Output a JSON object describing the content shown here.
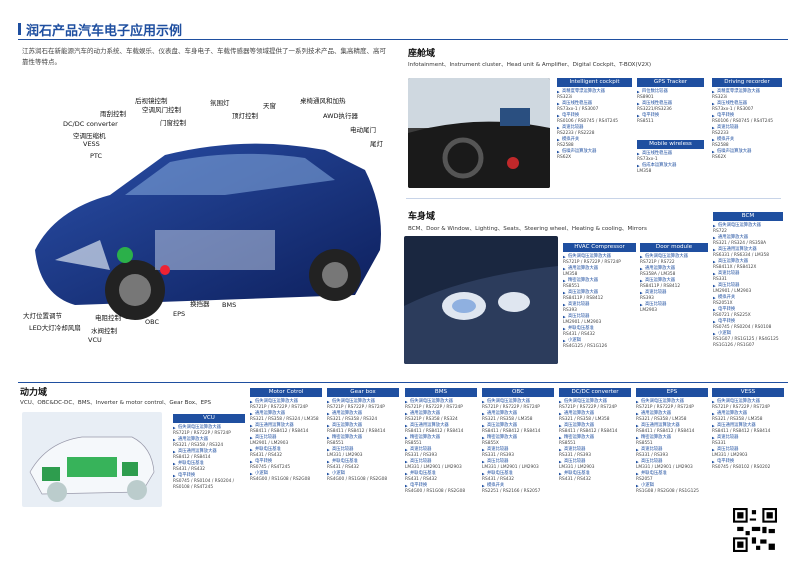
{
  "page": {
    "title": "润石产品汽车电子应用示例",
    "intro": "江苏润石在新能源汽车的动力系统、车载娱乐、仪表盘、车身电子、车载传感器等领域提供了一系列技术产品、集高精度、高可靠性等特点。"
  },
  "car_labels": [
    "后视镜控制",
    "雨刮控制",
    "空调风门控制",
    "门窗控制",
    "氛围灯",
    "顶灯控制",
    "天窗",
    "桌椅通风和加热",
    "AWD执行器",
    "电动尾门",
    "尾灯",
    "DC/DC converter",
    "空调压缩机",
    "VESS",
    "PTC",
    "大灯位置调节",
    "LED大灯冷却风扇",
    "水阀控制",
    "电阻控制",
    "VCU",
    "OBC",
    "EPS",
    "换挡器",
    "BMS"
  ],
  "cockpit": {
    "title": "座舱域",
    "subtitle": "Infotainment、Instrument cluster、Head unit & Amplifier、Digital Cockpit、T-BOX(V2X)",
    "cards": [
      {
        "head": "Intelligent cockpit",
        "items": [
          {
            "t": "高精度零漂运算放大器",
            "p": "RS323i"
          },
          {
            "t": "高压线性稳压器",
            "p": "RS73xx-1 / RS3007"
          },
          {
            "t": "电平转换",
            "p": "RS0106 / RS0745 / RS4T245"
          },
          {
            "t": "高速比较器",
            "p": "RS2233 / RS2228"
          },
          {
            "t": "模拟开关",
            "p": "RS2588"
          },
          {
            "t": "低噪声运算放大器",
            "p": "RS62X"
          }
        ]
      },
      {
        "head": "GPS Tracker",
        "items": [
          {
            "t": "四位数比较器",
            "p": "RS8901"
          },
          {
            "t": "高压线性稳压器",
            "p": "RS3221/RS3236"
          },
          {
            "t": "电平转换",
            "p": "RS8511"
          }
        ]
      },
      {
        "head": "Mobile wireless charging",
        "items": [
          {
            "t": "高压线性稳压器",
            "p": "RS73xx-1"
          },
          {
            "t": "低成本运算放大器",
            "p": "LM358"
          }
        ]
      },
      {
        "head": "Driving recorder",
        "items": [
          {
            "t": "高精度零漂运算放大器",
            "p": "RS323i"
          },
          {
            "t": "高压线性稳压器",
            "p": "RS73xx-1 / RS3007"
          },
          {
            "t": "电平转换",
            "p": "RS0106 / RS0745 / RS4T245"
          },
          {
            "t": "高速比较器",
            "p": "RS2233"
          },
          {
            "t": "模拟开关",
            "p": "RS2588"
          },
          {
            "t": "低噪声运算放大器",
            "p": "RS62X"
          }
        ]
      }
    ]
  },
  "body": {
    "title": "车身域",
    "subtitle": "BCM、Door & Window、Lighting、Seats、Steering wheel、Heating & cooling、Mirrors",
    "cards": [
      {
        "head": "HVAC Compressor",
        "items": [
          {
            "t": "低失调电压运算放大器",
            "p": "RS721P / RS722P / RS724P"
          },
          {
            "t": "通用运算放大器",
            "p": "LM358"
          },
          {
            "t": "精密运算放大器",
            "p": "RS8551"
          },
          {
            "t": "高压运算放大器",
            "p": "RS8411P / RS8412"
          },
          {
            "t": "高速比较器",
            "p": "RS393"
          },
          {
            "t": "高压比较器",
            "p": "LM2901 / LM2903"
          },
          {
            "t": "并联电压基准",
            "p": "RS431 / RS432"
          },
          {
            "t": "小逻辑",
            "p": "RS4G125 / RS1G126"
          }
        ]
      },
      {
        "head": "Door module",
        "items": [
          {
            "t": "低失调电压运算放大器",
            "p": "RS721P / RS722"
          },
          {
            "t": "通用运算放大器",
            "p": "RS358A / LM358"
          },
          {
            "t": "高压运算放大器",
            "p": "RS8411P / RS8412"
          },
          {
            "t": "高速比较器",
            "p": "RS393"
          },
          {
            "t": "高压比较器",
            "p": "LM2903"
          }
        ]
      },
      {
        "head": "BCM",
        "items": [
          {
            "t": "低失调电压运算放大器",
            "p": "RS722"
          },
          {
            "t": "通用运算放大器",
            "p": "RS321 / RS324 / RS358A"
          },
          {
            "t": "高压通用运算放大器",
            "p": "RS6331 / RS6334 / LM358"
          },
          {
            "t": "高压运算放大器",
            "p": "RS8411X / RS8412X"
          },
          {
            "t": "高速比较器",
            "p": "RS331"
          },
          {
            "t": "高压比较器",
            "p": "LM2901 / LM2903"
          },
          {
            "t": "模拟开关",
            "p": "RS2051X"
          },
          {
            "t": "电平转换",
            "p": "RS0721 / RS225X"
          },
          {
            "t": "电平转换",
            "p": "RS0745 / RS0204 / RS0108"
          },
          {
            "t": "小逻辑",
            "p": "RS1G07 / RS1G125 / RS4G125"
          },
          {
            "t": "",
            "p": "RS1G126 / RS1G07"
          }
        ]
      }
    ]
  },
  "power": {
    "title": "动力域",
    "subtitle": "VCU、OBC&DC-DC、BMS、Inverter & motor control、Gear Box、EPS",
    "cards": [
      {
        "head": "VCU",
        "items": [
          {
            "t": "低失调电压运算放大器",
            "p": "RS721P / RS722P / RS724P"
          },
          {
            "t": "通用运算放大器",
            "p": "RS321 / RS358 / RS324"
          },
          {
            "t": "高压通用运算放大器",
            "p": "RS8412 / RS8414"
          },
          {
            "t": "并联电压基准",
            "p": "RS431 / RS432"
          },
          {
            "t": "电平转换",
            "p": "RS0745 / RS0104 / RS0204 / RS0108 / RS4T245"
          }
        ]
      },
      {
        "head": "Motor Cotrol",
        "items": [
          {
            "t": "低失调电压运算放大器",
            "p": "RS721P / RS722P / RS724P"
          },
          {
            "t": "通用运算放大器",
            "p": "RS321 / RS358 / RS324 / LM358"
          },
          {
            "t": "高压通用运算放大器",
            "p": "RS8411 / RS8412 / RS8414"
          },
          {
            "t": "高压比较器",
            "p": "LM2901 / LM2903"
          },
          {
            "t": "并联电压基准",
            "p": "RS431 / RS432"
          },
          {
            "t": "电平转换",
            "p": "RS0745 / RS4T245"
          },
          {
            "t": "小逻辑",
            "p": "RS4G00 / RS1G08 / RS2G08"
          }
        ]
      },
      {
        "head": "Gear box",
        "items": [
          {
            "t": "低失调电压运算放大器",
            "p": "RS721P / RS722P / RS724P"
          },
          {
            "t": "通用运算放大器",
            "p": "RS321 / RS358 / RS324"
          },
          {
            "t": "高压运算放大器",
            "p": "RS8411 / RS8412 / RS8414"
          },
          {
            "t": "精密运算放大器",
            "p": "RS8551"
          },
          {
            "t": "高压比较器",
            "p": "LM331 / LM2903"
          },
          {
            "t": "并联电压基准",
            "p": "RS431 / RS432"
          },
          {
            "t": "小逻辑",
            "p": "RS4G00 / RS1G08 / RS2G08"
          }
        ]
      },
      {
        "head": "BMS",
        "items": [
          {
            "t": "低失调电压运算放大器",
            "p": "RS721P / RS722P / RS724P"
          },
          {
            "t": "通用运算放大器",
            "p": "RS321P / RS358 / RS324"
          },
          {
            "t": "高压通用运算放大器",
            "p": "RS8411 / RS8412 / RS8414"
          },
          {
            "t": "精密运算放大器",
            "p": "RS8551"
          },
          {
            "t": "高速比较器",
            "p": "RS331 / RS393"
          },
          {
            "t": "高压比较器",
            "p": "LM331 / LM2901 / LM2903"
          },
          {
            "t": "并联电压基准",
            "p": "RS431 / RS432"
          },
          {
            "t": "电平转换",
            "p": "RS4G00 / RS1G08 / RS2G08"
          }
        ]
      },
      {
        "head": "OBC",
        "items": [
          {
            "t": "低失调电压运算放大器",
            "p": "RS721P / RS722P / RS724P"
          },
          {
            "t": "通用运算放大器",
            "p": "RS321 / RS358 / LM358"
          },
          {
            "t": "高压运算放大器",
            "p": "RS8411 / RS8412 / RS8414"
          },
          {
            "t": "精密运算放大器",
            "p": "RS855X"
          },
          {
            "t": "高速比较器",
            "p": "RS331 / RS393"
          },
          {
            "t": "高压比较器",
            "p": "LM331 / LM2901 / LM2903"
          },
          {
            "t": "并联电压基准",
            "p": "RS431 / RS432"
          },
          {
            "t": "模拟开关",
            "p": "RS2251 / RS2166 / RS2057"
          }
        ]
      },
      {
        "head": "DC/DC converter",
        "items": [
          {
            "t": "低失调电压运算放大器",
            "p": "RS721P / RS722P / RS724P"
          },
          {
            "t": "通用运算放大器",
            "p": "RS321 / RS358 / LM358"
          },
          {
            "t": "高压运算放大器",
            "p": "RS8411 / RS8412 / RS8414"
          },
          {
            "t": "精密运算放大器",
            "p": "RS8551"
          },
          {
            "t": "高速比较器",
            "p": "RS331 / RS393"
          },
          {
            "t": "高压比较器",
            "p": "LM331 / LM2903"
          },
          {
            "t": "并联电压基准",
            "p": "RS431 / RS432"
          }
        ]
      },
      {
        "head": "EPS",
        "items": [
          {
            "t": "低失调电压运算放大器",
            "p": "RS721P / RS722P / RS724P"
          },
          {
            "t": "通用运算放大器",
            "p": "RS321 / RS358 / LM358"
          },
          {
            "t": "高压通用运算放大器",
            "p": "RS8411 / RS8412 / RS8414"
          },
          {
            "t": "精密运算放大器",
            "p": "RS8551"
          },
          {
            "t": "高速比较器",
            "p": "RS331 / RS393"
          },
          {
            "t": "高压比较器",
            "p": "LM331 / LM2901 / LM2903"
          },
          {
            "t": "并联电压基准",
            "p": "RS2057"
          },
          {
            "t": "小逻辑",
            "p": "RS1G08 / RS2G08 / RS1G125"
          }
        ]
      },
      {
        "head": "VESS",
        "items": [
          {
            "t": "低失调电压运算放大器",
            "p": "RS721P / RS722P / RS724P"
          },
          {
            "t": "通用运算放大器",
            "p": "RS321 / RS358 / LM358"
          },
          {
            "t": "高压通用运算放大器",
            "p": "RS8411 / RS8412 / RS8414"
          },
          {
            "t": "高速比较器",
            "p": "RS331"
          },
          {
            "t": "高压比较器",
            "p": "LM331 / LM2903"
          },
          {
            "t": "电平转换",
            "p": "RS0745 / RS0102 / RS0202"
          }
        ]
      }
    ]
  },
  "colors": {
    "accent": "#1f4fa0"
  }
}
